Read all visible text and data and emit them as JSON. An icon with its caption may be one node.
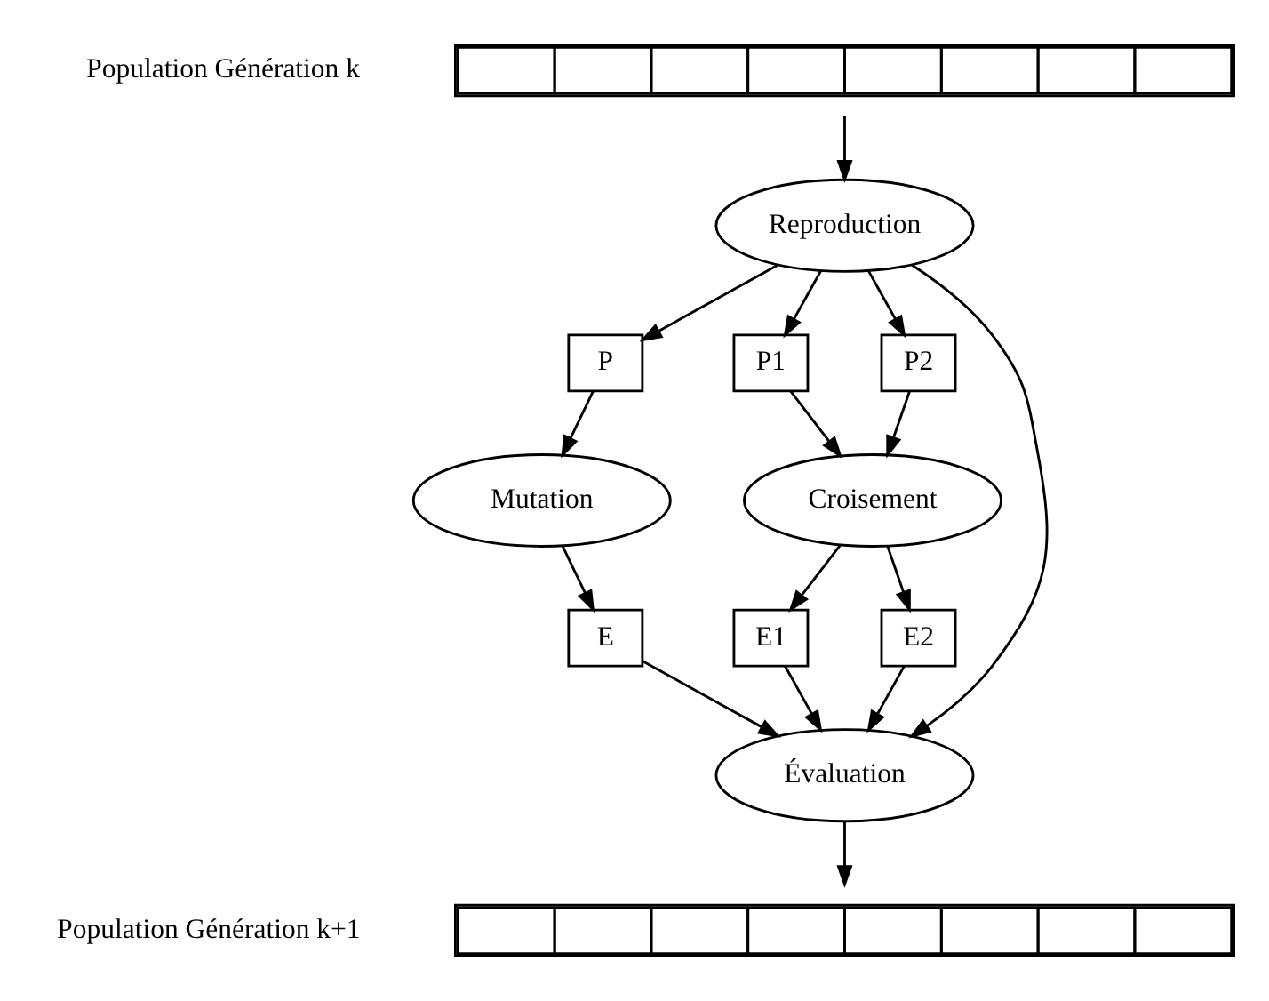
{
  "diagram": {
    "nodes": [
      {
        "text": [],
        "shape": "bar",
        "beside": [
          "Population Génération k"
        ]
      },
      {
        "text": [
          "Reproduction"
        ]
      },
      {
        "text": [
          "P"
        ]
      },
      {
        "text": [
          "P1"
        ]
      },
      {
        "text": [
          "P2"
        ]
      },
      {
        "text": [
          "Mutation"
        ]
      },
      {
        "text": [
          "Croisement"
        ]
      },
      {
        "text": [
          "E"
        ]
      },
      {
        "text": [
          "E1"
        ]
      },
      {
        "text": [
          "E2"
        ]
      },
      {
        "text": [
          "Évaluation"
        ]
      },
      {
        "text": [],
        "shape": "bar",
        "beside": [
          "Population Génération k+1"
        ]
      }
    ],
    "edges": [
      {
        "from": 0,
        "to": 1,
        "arrow": "to"
      },
      {
        "from": 1,
        "to": 2,
        "arrow": "to"
      },
      {
        "from": 1,
        "to": 10,
        "arrow": "to"
      },
      {
        "from": 1,
        "to": 3,
        "arrow": "to"
      },
      {
        "from": 1,
        "to": 4,
        "arrow": "to"
      },
      {
        "from": 2,
        "to": 5,
        "arrow": "to"
      },
      {
        "from": 3,
        "to": 6,
        "arrow": "to"
      },
      {
        "from": 4,
        "to": 6,
        "arrow": "to"
      },
      {
        "from": 5,
        "to": 7,
        "arrow": "to"
      },
      {
        "from": 6,
        "to": 8,
        "arrow": "to"
      },
      {
        "from": 6,
        "to": 9,
        "arrow": "to"
      },
      {
        "from": 7,
        "to": 10,
        "arrow": "to"
      },
      {
        "from": 8,
        "to": 10,
        "arrow": "to"
      },
      {
        "from": 9,
        "to": 10,
        "arrow": "to"
      },
      {
        "from": 10,
        "to": 11,
        "arrow": "to"
      }
    ]
  }
}
